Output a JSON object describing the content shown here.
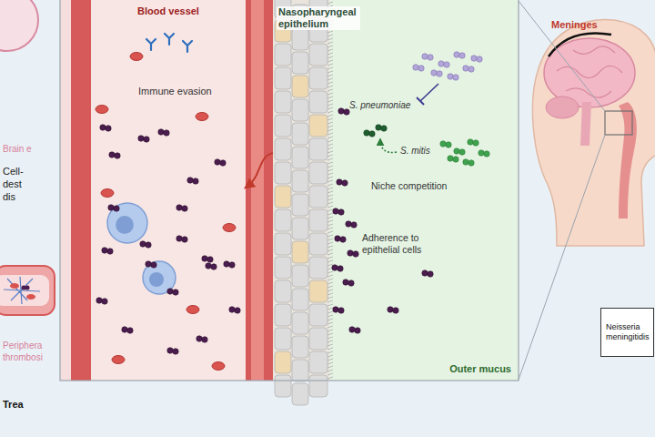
{
  "diagram": {
    "nodes": [
      {
        "text": [
          "Blood vessel"
        ]
      },
      {
        "text": [
          "Nasopharyngeal epithelium"
        ]
      },
      {
        "text": [
          "Outer mucus"
        ]
      },
      {
        "text": [
          "Neisseria meningitidis"
        ]
      }
    ],
    "edges": [
      {
        "from": 1,
        "to": 0,
        "arrow": "to",
        "label": "Immune evasion"
      }
    ],
    "labels": [
      "Meninges",
      "S. pneumoniae",
      "S. mitis",
      "Niche competition",
      "Adherence to epithelial cells",
      "Brain e",
      "Cell-",
      "dest",
      "dis",
      "Periphera",
      "thrombosi",
      "Trea"
    ]
  }
}
